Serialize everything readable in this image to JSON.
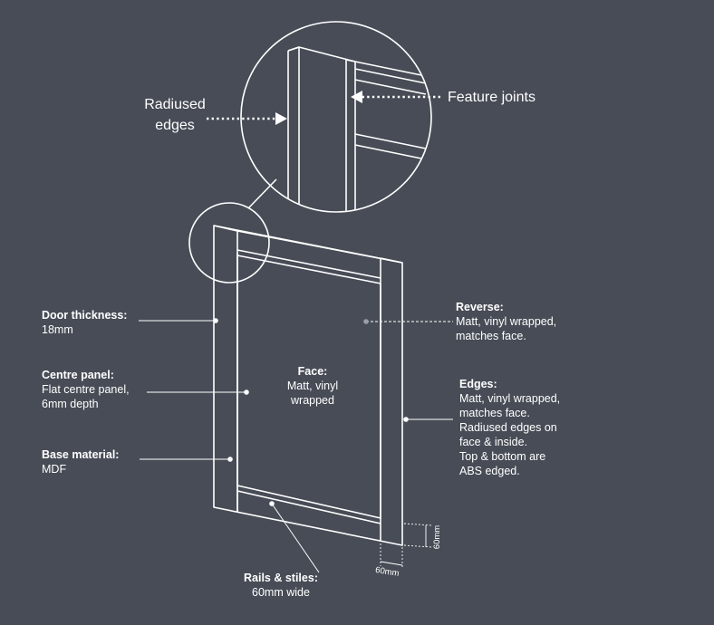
{
  "callouts": {
    "radiused_edges": [
      "Radiused",
      "edges"
    ],
    "feature_joints": "Feature joints"
  },
  "labels": {
    "door_thickness": {
      "title": "Door thickness:",
      "lines": [
        "18mm"
      ]
    },
    "centre_panel": {
      "title": "Centre panel:",
      "lines": [
        "Flat centre panel,",
        "6mm depth"
      ]
    },
    "base_material": {
      "title": "Base material:",
      "lines": [
        "MDF"
      ]
    },
    "face": {
      "title": "Face:",
      "lines": [
        "Matt, vinyl",
        "wrapped"
      ]
    },
    "reverse": {
      "title": "Reverse:",
      "lines": [
        "Matt, vinyl wrapped,",
        "matches face."
      ]
    },
    "edges": {
      "title": "Edges:",
      "lines": [
        "Matt, vinyl wrapped,",
        "matches face.",
        "Radiused edges on",
        "face & inside.",
        "Top & bottom are",
        "ABS edged."
      ]
    },
    "rails_stiles": {
      "title": "Rails & stiles:",
      "lines": [
        "60mm wide"
      ]
    }
  },
  "dimensions": {
    "width": "60mm",
    "height": "60mm"
  },
  "colors": {
    "background": "#474c56",
    "line": "#ffffff"
  }
}
